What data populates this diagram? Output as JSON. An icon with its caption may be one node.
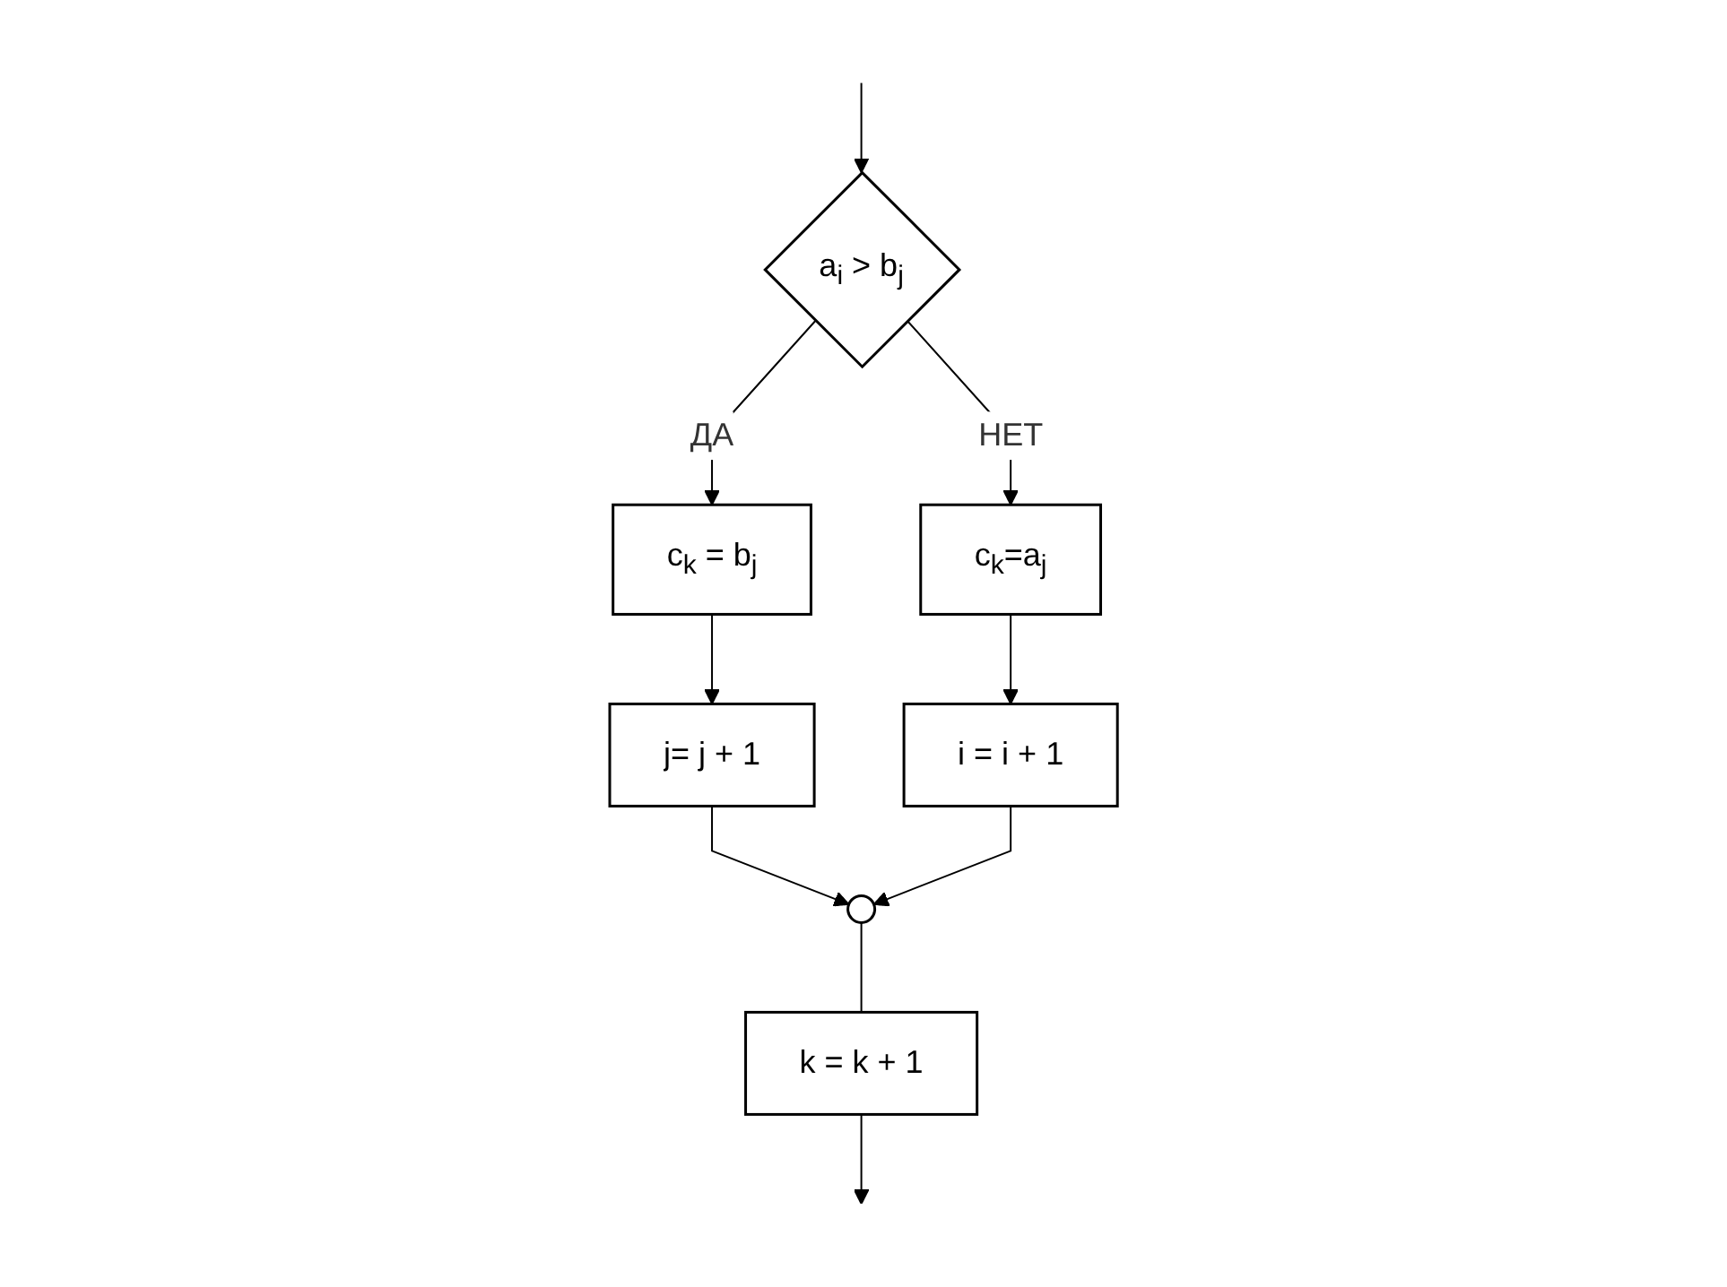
{
  "diagram": {
    "nodes": [
      {
        "text": [
          "a$_{i}$ > b$_{j}$"
        ]
      },
      {
        "text": [
          "c$_{k}$ = b$_{j}$"
        ]
      },
      {
        "text": [
          "c$_{k}$=a$_{j}$"
        ]
      },
      {
        "text": [
          "j= j + 1"
        ]
      },
      {
        "text": [
          "i = i + 1"
        ]
      },
      {
        "text": [],
        "shape": "circle"
      },
      {
        "text": [
          "k = k + 1"
        ]
      }
    ],
    "edges": [
      {
        "from": null,
        "to": 0,
        "arrow": "to"
      },
      {
        "from": 0,
        "to": 1,
        "arrow": "to",
        "label": "ДА"
      },
      {
        "from": 0,
        "to": 2,
        "arrow": "to",
        "label": "НЕТ"
      },
      {
        "from": 1,
        "to": 3,
        "arrow": "to"
      },
      {
        "from": 2,
        "to": 4,
        "arrow": "to"
      },
      {
        "from": 3,
        "to": 5,
        "arrow": "to"
      },
      {
        "from": 4,
        "to": 5,
        "arrow": "to"
      },
      {
        "from": 5,
        "to": 6,
        "arrow": "none"
      },
      {
        "from": 6,
        "to": null,
        "arrow": "to"
      }
    ]
  }
}
